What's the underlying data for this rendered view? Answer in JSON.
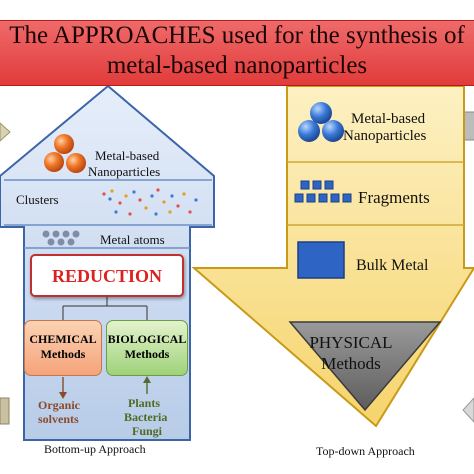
{
  "title": {
    "line1": "The APPROACHES used for the synthesis of",
    "line2": "metal-based nanoparticles"
  },
  "bottom_up": {
    "top_label_1": "Metal-based",
    "top_label_2": "Nanoparticles",
    "clusters_label": "Clusters",
    "atoms_label": "Metal atoms",
    "reduction_label": "REDUCTION",
    "chemical_line1": "CHEMICAL",
    "chemical_line2": "Methods",
    "biological_line1": "BIOLOGICAL",
    "biological_line2": "Methods",
    "chemical_source_1": "Organic",
    "chemical_source_2": "solvents",
    "bio_source_1": "Plants",
    "bio_source_2": "Bacteria",
    "bio_source_3": "Fungi",
    "caption": "Bottom-up Approach"
  },
  "top_down": {
    "np_label_1": "Metal-based",
    "np_label_2": "Nanoparticles",
    "fragments_label": "Fragments",
    "bulk_label": "Bulk Metal",
    "physical_line1": "PHYSICAL",
    "physical_line2": "Methods",
    "caption": "Top-down Approach"
  },
  "colors": {
    "banner": "#e23b3b",
    "bottom_up_arrow": "#c9d9ef",
    "top_down_arrow": "#fbe7a0",
    "nanoparticle_orange": "#ea6a1f",
    "nanoparticle_blue": "#2e6fcf",
    "reduction_text": "#e02020"
  }
}
